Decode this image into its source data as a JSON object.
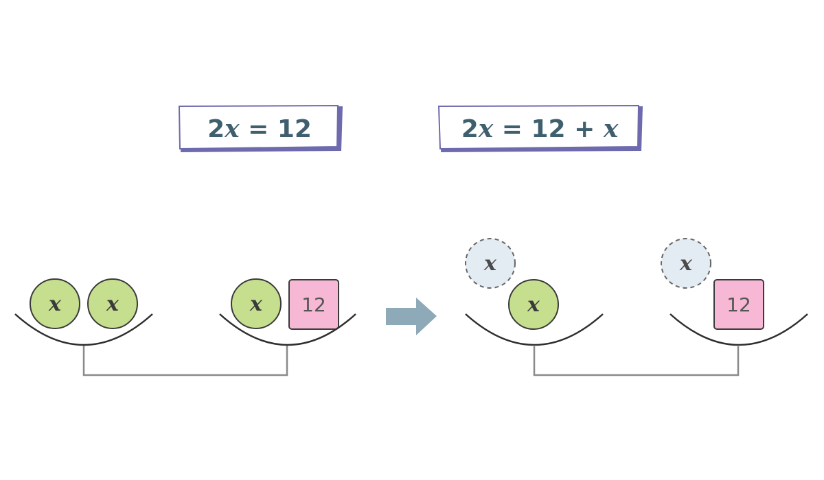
{
  "left_panel": {
    "equation": {
      "coef": "2",
      "var": "x",
      "rest": " = 12"
    },
    "left_pan_coins": [
      "x",
      "x"
    ],
    "right_pan_coin": "x",
    "right_pan_block": "12"
  },
  "right_panel": {
    "equation": {
      "coef": "2",
      "var": "x",
      "rest": " = 12 + ",
      "var2": "x"
    },
    "left_ghost": "x",
    "left_pan_coin": "x",
    "right_ghost": "x",
    "right_pan_block": "12"
  },
  "colors": {
    "coin_fill": "#c6df8e",
    "block_fill": "#f6b8d4",
    "ghost_fill": "#e3ebf3",
    "arrow": "#8ea9b8",
    "box_shadow": "#6e6aae",
    "scale_line": "#2f2f2f",
    "beam_line": "#8a8a8a"
  }
}
